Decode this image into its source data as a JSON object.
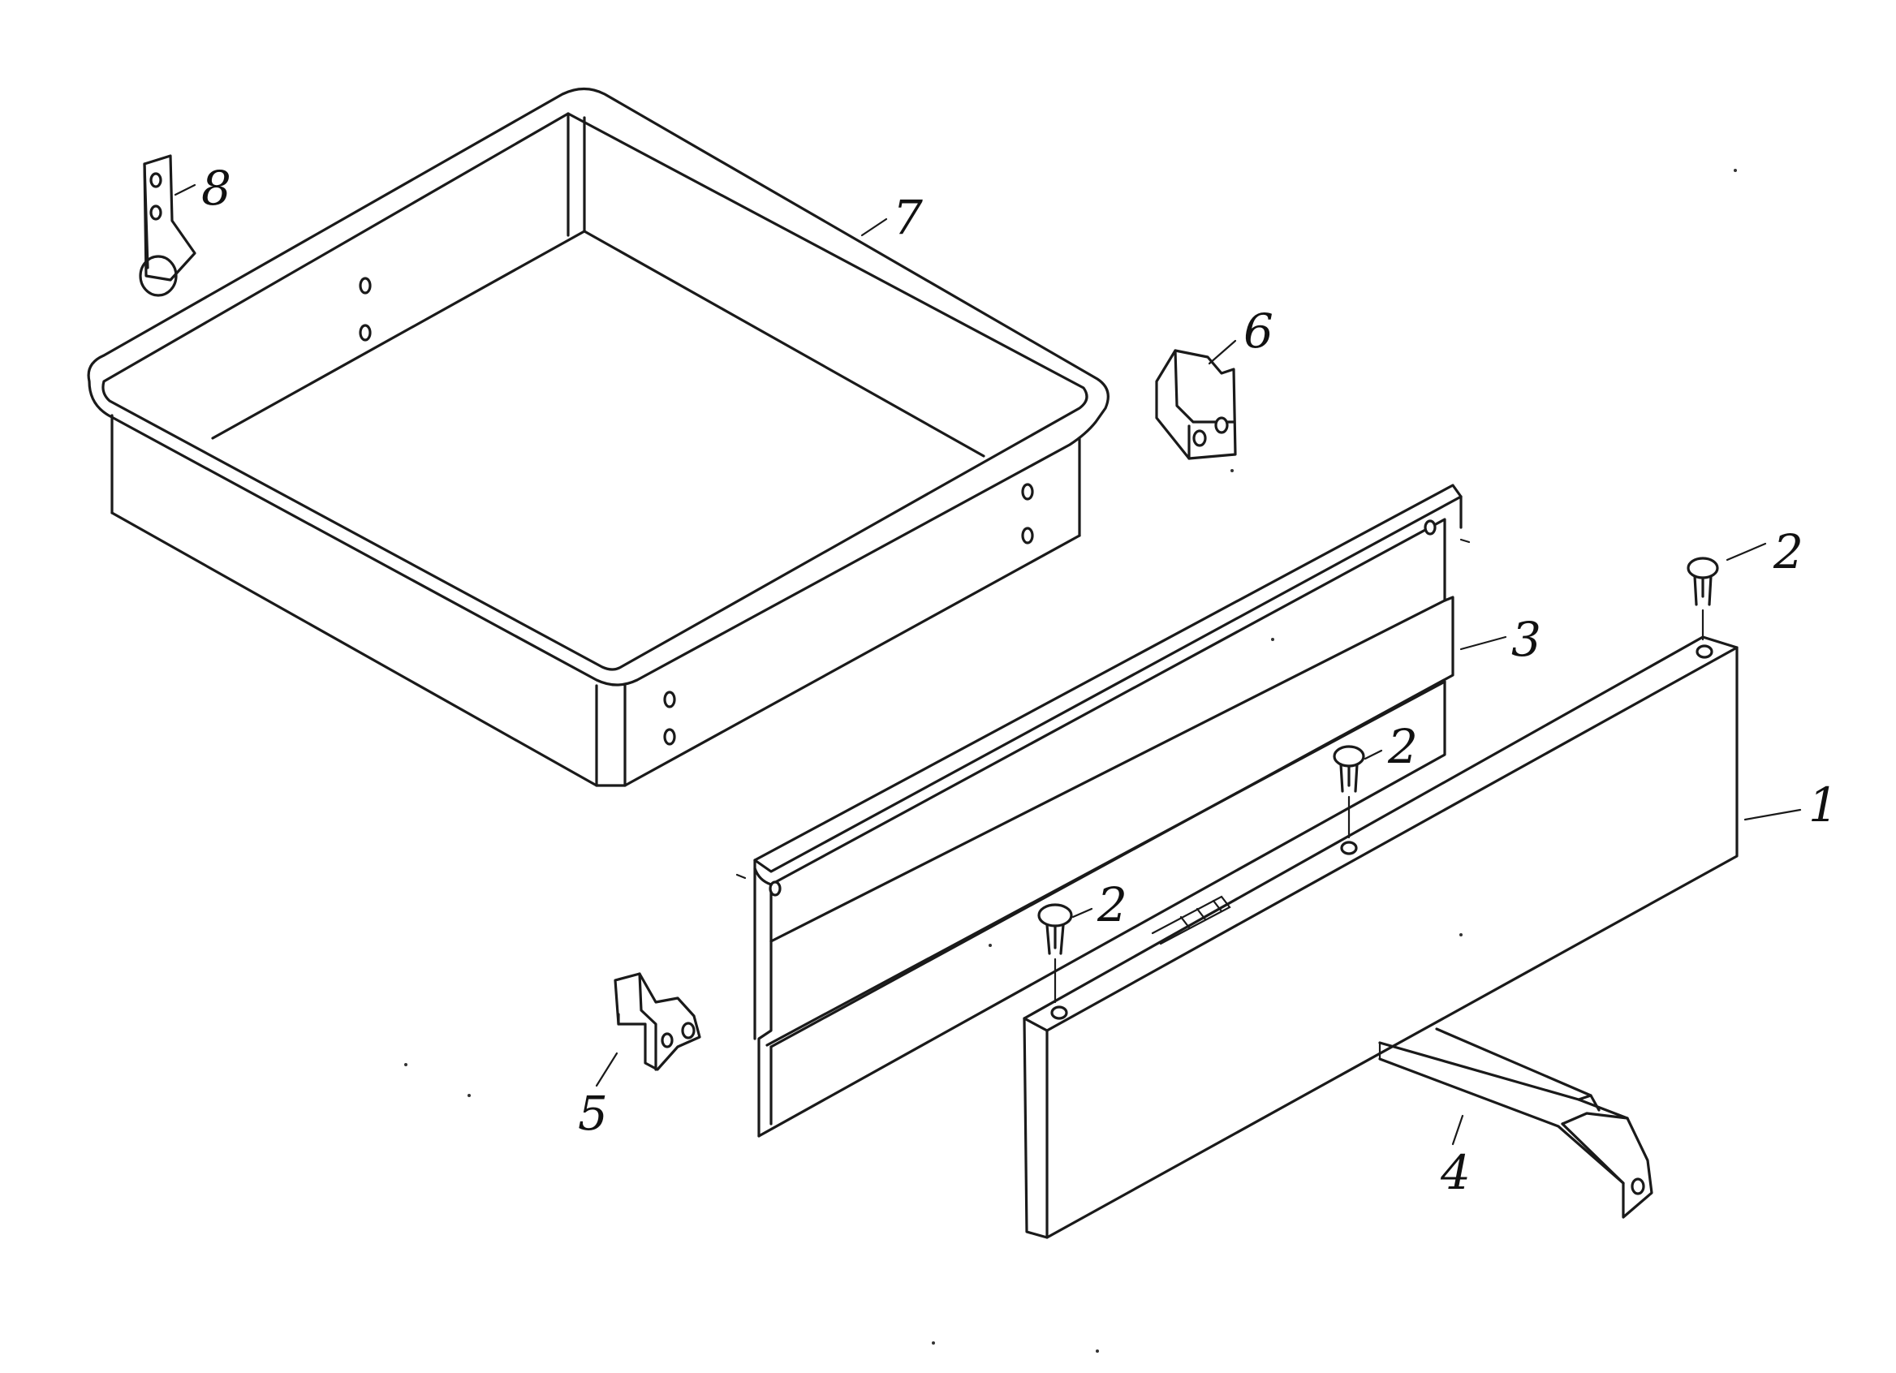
{
  "labels": {
    "part_1": "1",
    "part_2a": "2",
    "part_2b": "2",
    "part_2c": "2",
    "part_3": "3",
    "part_4": "4",
    "part_5": "5",
    "part_6": "6",
    "part_7": "7",
    "part_8": "8"
  }
}
